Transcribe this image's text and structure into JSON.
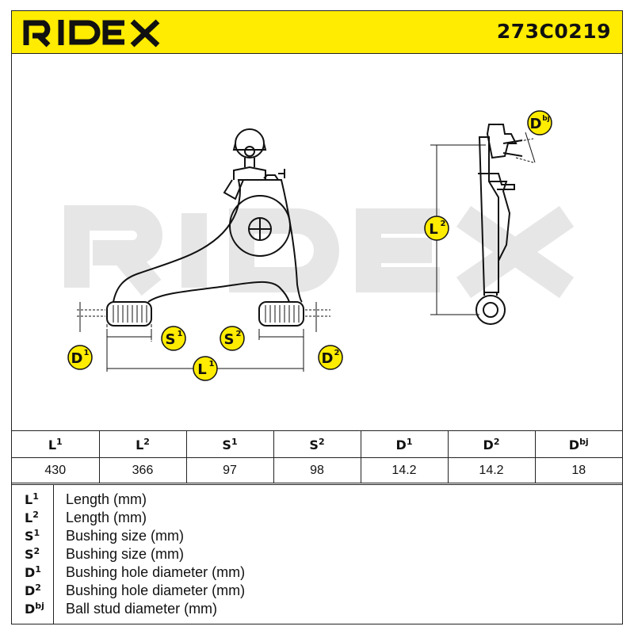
{
  "header": {
    "brand": "RIDEX",
    "part_number": "273C0219",
    "background": "#ffec00"
  },
  "labels": {
    "L1": {
      "base": "L",
      "sup": "1"
    },
    "L2": {
      "base": "L",
      "sup": "2"
    },
    "S1": {
      "base": "S",
      "sup": "1"
    },
    "S2": {
      "base": "S",
      "sup": "2"
    },
    "D1": {
      "base": "D",
      "sup": "1"
    },
    "D2": {
      "base": "D",
      "sup": "2"
    },
    "Dbj": {
      "base": "D",
      "sup": "bj"
    }
  },
  "table": {
    "headers": [
      {
        "base": "L",
        "sup": "1"
      },
      {
        "base": "L",
        "sup": "2"
      },
      {
        "base": "S",
        "sup": "1"
      },
      {
        "base": "S",
        "sup": "2"
      },
      {
        "base": "D",
        "sup": "1"
      },
      {
        "base": "D",
        "sup": "2"
      },
      {
        "base": "D",
        "sup": "bj"
      }
    ],
    "values": [
      "430",
      "366",
      "97",
      "98",
      "14.2",
      "14.2",
      "18"
    ]
  },
  "legend": [
    {
      "base": "L",
      "sup": "1",
      "desc": "Length (mm)"
    },
    {
      "base": "L",
      "sup": "2",
      "desc": "Length (mm)"
    },
    {
      "base": "S",
      "sup": "1",
      "desc": "Bushing size (mm)"
    },
    {
      "base": "S",
      "sup": "2",
      "desc": "Bushing size (mm)"
    },
    {
      "base": "D",
      "sup": "1",
      "desc": "Bushing hole diameter (mm)"
    },
    {
      "base": "D",
      "sup": "2",
      "desc": "Bushing hole diameter (mm)"
    },
    {
      "base": "D",
      "sup": "bj",
      "desc": "Ball stud diameter (mm)"
    }
  ],
  "colors": {
    "accent": "#ffec00",
    "line": "#111111",
    "watermark": "#e6e6e6"
  }
}
